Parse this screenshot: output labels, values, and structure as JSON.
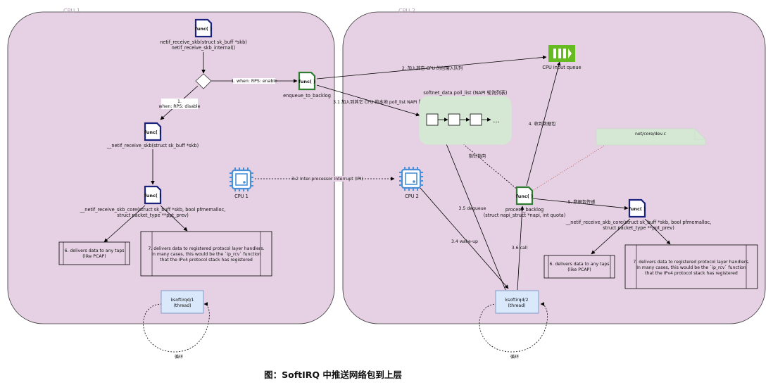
{
  "regions": {
    "cpu1": "CPU 1",
    "cpu2": "CPU 2"
  },
  "nodes": {
    "func_label": "func( )",
    "netif_receive_skb": [
      "netif_receive_skb(struct sk_buff *skb)",
      "netif_receive_skb_internal()"
    ],
    "enqueue_to_backlog": "enqueue_to_backlog",
    "cpu_input_queue": "CPU input queue",
    "netif_receive_skb_underscore": "__netif_receive_skb(struct sk_buff *skb)",
    "netif_receive_skb_core_left": [
      "__netif_receive_skb_core(struct sk_buff *skb, bool pfmemalloc,",
      "struct packet_type **ppt_prev)"
    ],
    "netif_receive_skb_core_right": [
      "__netif_receive_skb_core(struct sk_buff *skb, bool pfmemalloc,",
      "struct packet_type **ppt_prev)"
    ],
    "cpu1_chip": "CPU 1",
    "cpu2_chip": "CPU 2",
    "poll_list_title": "softnet_data.poll_list (NAPI 轮询列表)",
    "poll_list_ellipsis": "...",
    "process_backlog": [
      "process_backlog",
      "(struct napi_struct *napi, int quota)"
    ],
    "note_file": "net/core/dev.c",
    "taps_left": [
      "6. delivers data to any taps",
      "(like PCAP)"
    ],
    "taps_right": [
      "6. delivers data to any taps",
      "(like PCAP)"
    ],
    "protocol_left": [
      "7. delivers data to registered protocol layer handlers.",
      "In many cases, this would be the `ip_rcv` function",
      "that the IPv4 protocol stack has registered"
    ],
    "protocol_right": [
      "7. delivers data to registered protocol layer handlers.",
      "In many cases, this would be the `ip_rcv` function",
      "that the IPv4 protocol stack has registered"
    ],
    "ksoftirqd1": [
      "ksoftirqd/1",
      "(thread)"
    ],
    "ksoftirqd2": [
      "ksoftirqd/2",
      "(thread)"
    ]
  },
  "edges": {
    "rps_enable": "1. when: RPS: enable",
    "rps_disable": [
      "1.",
      "when: RPS: disable"
    ],
    "add_to_other_queue": "2. 加入其它 CPU 的包输入队列",
    "add_to_poll_list": "3.1 加入到其它 CPU 的本地 poll_list NAPI 队列",
    "ipi": "3.2 Inter-processor Interrupt (IPI)",
    "dequeue": "3.5 dequeue",
    "wakeup": "3.4  wake-up",
    "call": "3.6 call",
    "receive_pkt": "4. 收到数据包",
    "pkt_pass": "5. 数据包传递",
    "pointer": "指针指向",
    "loop_left": "循环",
    "loop_right": "循环"
  },
  "caption": "图：SoftIRQ 中推送网络包到上层",
  "colors": {
    "region_fill": "#e6d0e3",
    "region_stroke": "#333333",
    "blue_icon": "#1a237e",
    "green_icon": "#2e7d32",
    "queue_green": "#66bb22",
    "chip_blue": "#4a90d9",
    "poll_fill": "#d5e8d4",
    "note_fill": "#d5e8d4",
    "thread_fill": "#dae8fc"
  }
}
